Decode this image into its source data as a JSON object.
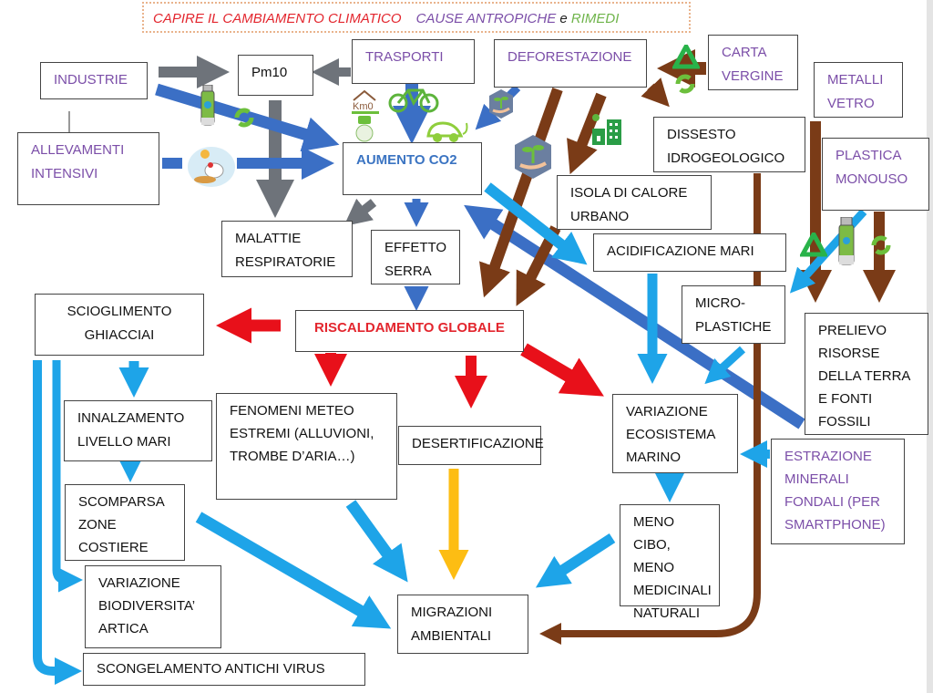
{
  "title": {
    "part1": "CAPIRE IL CAMBIAMENTO CLIMATICO",
    "part2": "CAUSE ANTROPICHE",
    "part3": "e",
    "part4": "RIMEDI"
  },
  "colors": {
    "cause_text": "#7b4ea8",
    "title_red": "#e3262e",
    "rimedi_green": "#6fb44b",
    "arrow_gray": "#6e737a",
    "arrow_blue": "#3b6fc5",
    "arrow_lightblue": "#1ea4e8",
    "arrow_red": "#e8101a",
    "arrow_brown": "#7a3b17",
    "arrow_yellow": "#fdbd13"
  },
  "causes": {
    "industrie": "INDUSTRIE",
    "allevamenti": "ALLEVAMENTI\nINTENSIVI",
    "trasporti": "TRASPORTI",
    "deforestazione": "DEFORESTAZIONE",
    "carta": "CARTA\nVERGINE",
    "metalli": "METALLI\nVETRO",
    "plastica": "PLASTICA\nMONOUSO",
    "estrazione": "ESTRAZIONE\nMINERALI\nFONDALI (PER\nSMARTPHONE)"
  },
  "effects": {
    "pm10": "Pm10",
    "co2": "AUMENTO CO2",
    "malattie": "MALATTIE\nRESPIRATORIE",
    "serra": "EFFETTO\nSERRA",
    "dissesto": "DISSESTO\nIDROGEOLOGICO",
    "isola": "ISOLA DI CALORE\nURBANO",
    "acidificazione": "ACIDIFICAZIONE MARI",
    "microplastiche": "MICRO-\nPLASTICHE",
    "prelievo": "PRELIEVO\nRISORSE\nDELLA TERRA\nE FONTI\nFOSSILI",
    "riscaldamento": "RISCALDAMENTO GLOBALE",
    "scioglimento": "SCIOGLIMENTO\nGHIACCIAI",
    "innalzamento": "INNALZAMENTO\nLIVELLO MARI",
    "scomparsa": "SCOMPARSA\nZONE\nCOSTIERE",
    "biodiversita": "VARIAZIONE\nBIODIVERSITA’\nARTICA",
    "scongelamento": "SCONGELAMENTO ANTICHI VIRUS",
    "fenomeni": "FENOMENI METEO\nESTREMI (ALLUVIONI,\nTROMBE D’ARIA…)",
    "desertificazione": "DESERTIFICAZIONE",
    "ecosistema": "VARIAZIONE\nECOSISTEMA\nMARINO",
    "menocibo": "MENO CIBO,\nMENO\nMEDICINALI\nNATURALI",
    "migrazioni": "MIGRAZIONI\nAMBIENTALI"
  },
  "icons": {
    "km0": "Km0",
    "bottle": "water-bottle",
    "recycle": "recycle",
    "renew": "renew-arrows",
    "bike": "bicycle",
    "ecar": "electric-car",
    "plant": "plant-in-hand",
    "green_building": "green-building",
    "farm": "free-range-chickens"
  }
}
